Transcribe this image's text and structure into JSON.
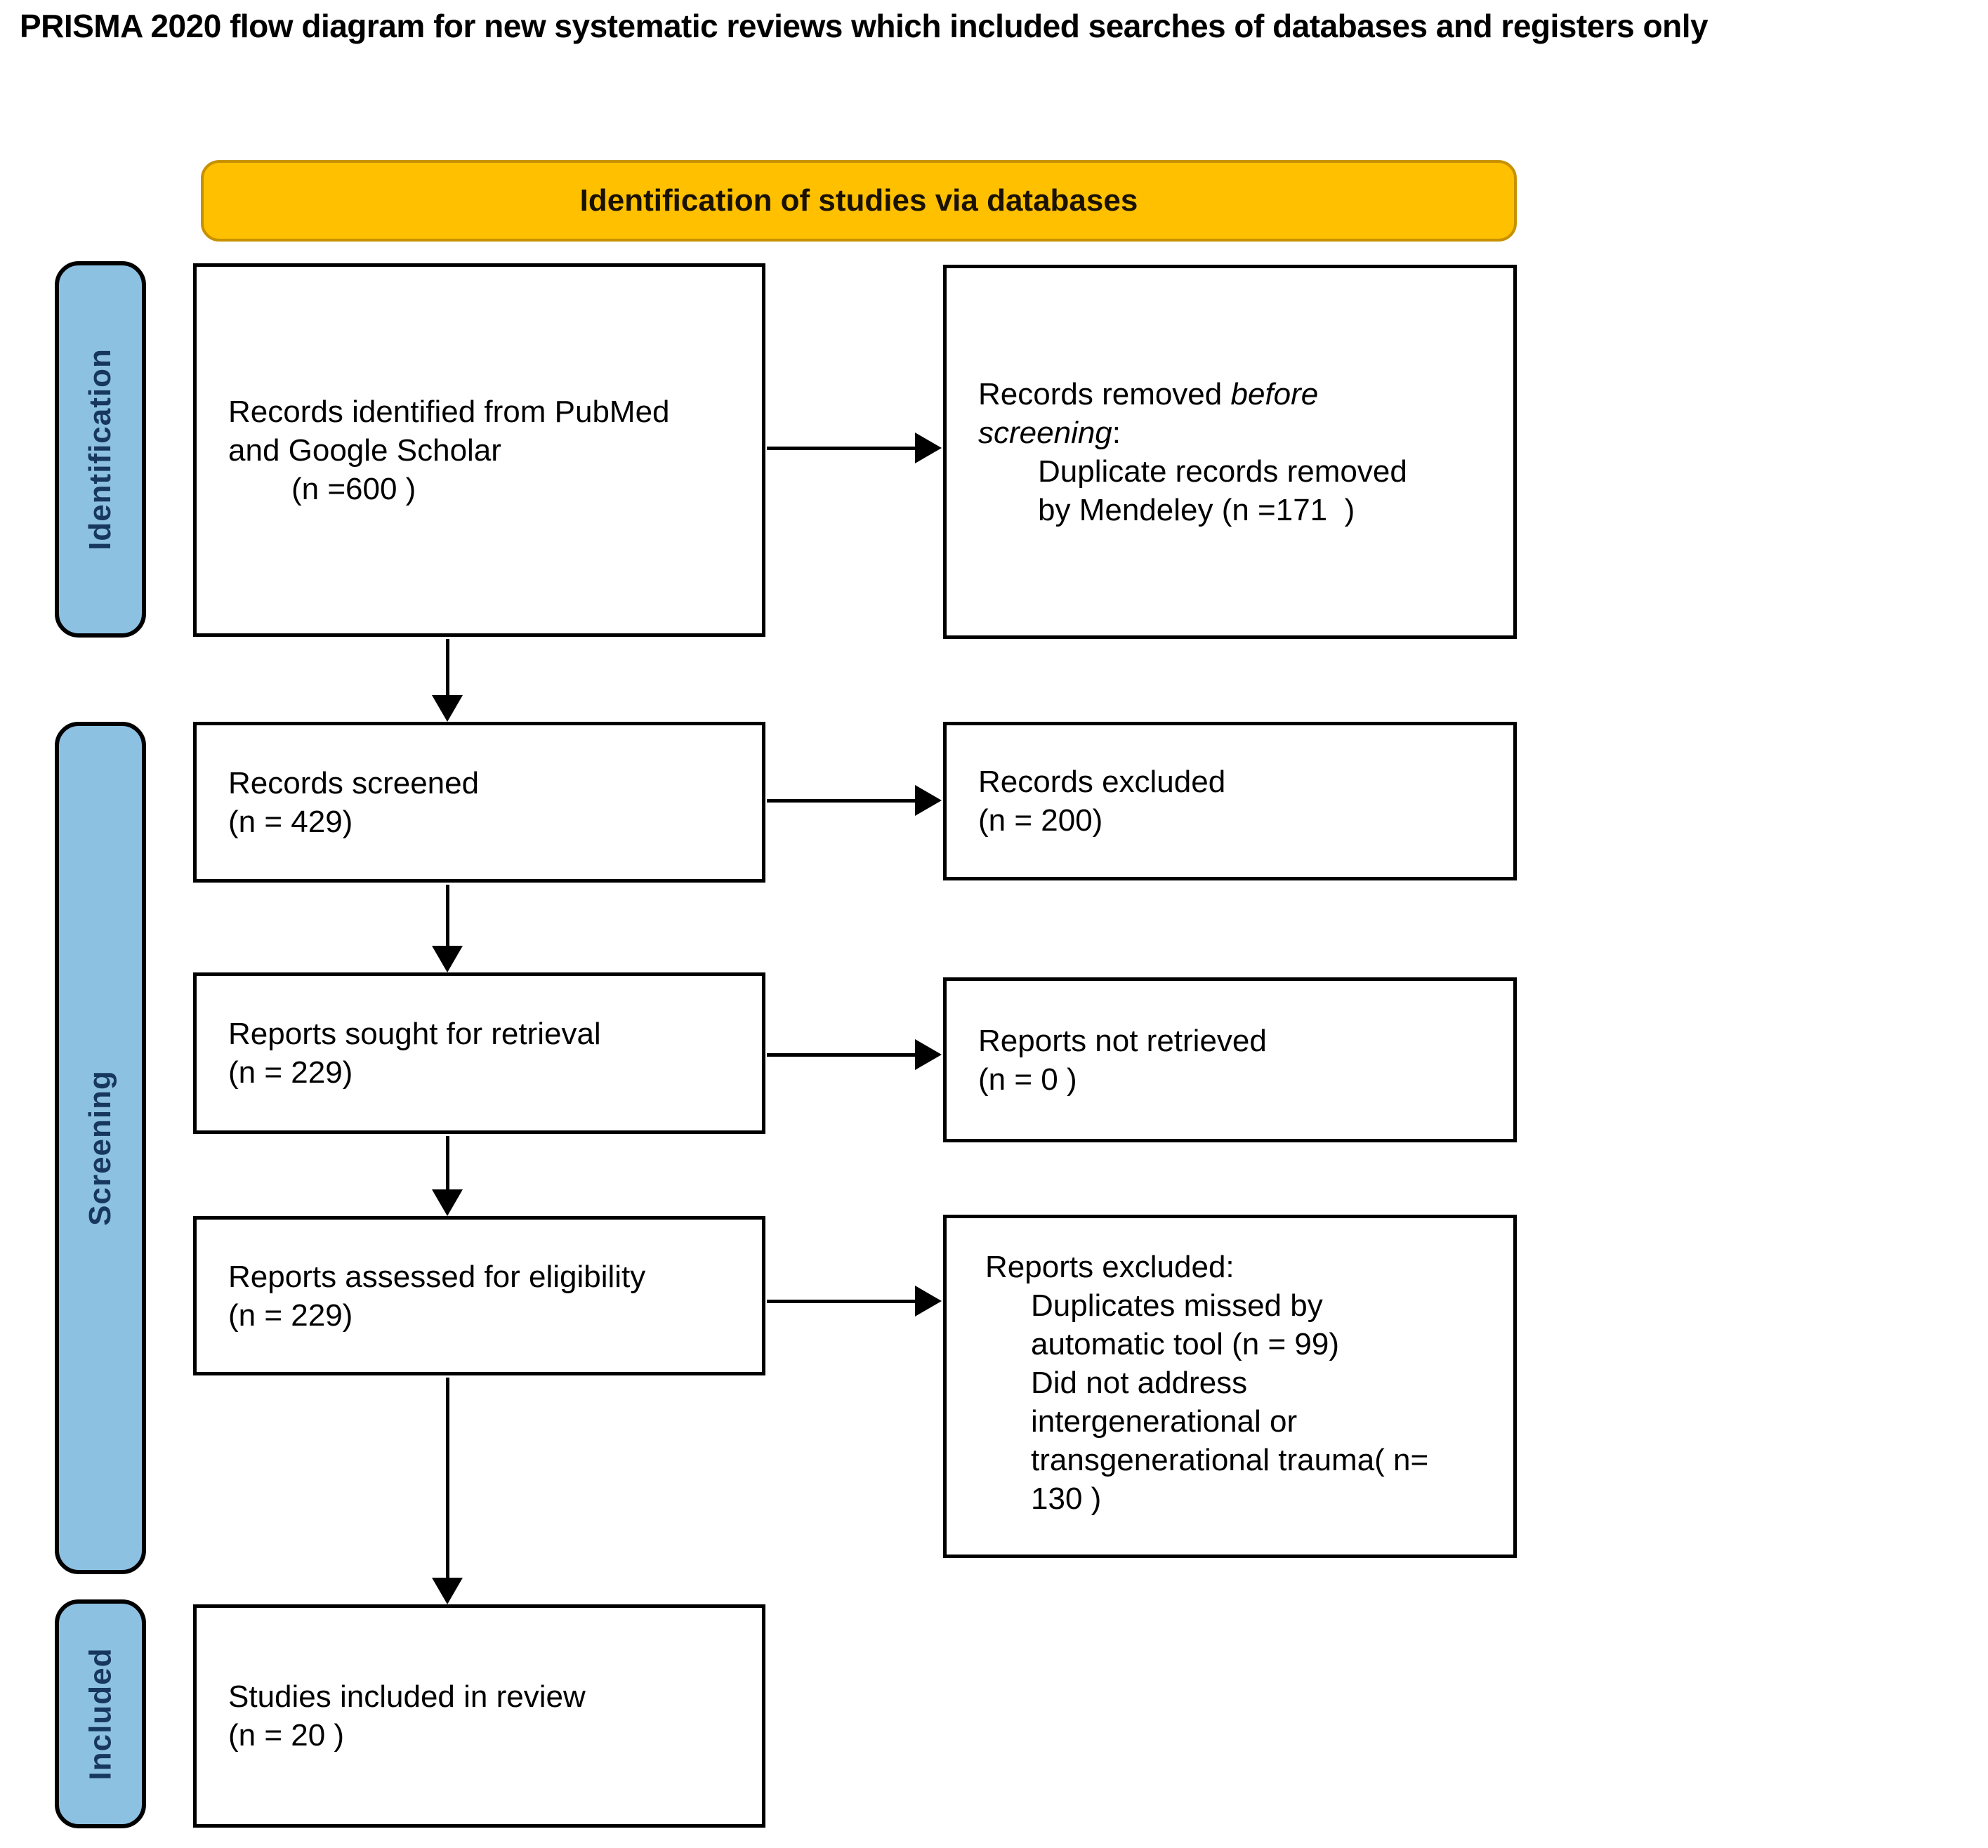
{
  "title": "PRISMA 2020 flow diagram for new systematic reviews which included searches of databases and registers only",
  "banner": {
    "label": "Identification of studies via databases"
  },
  "stages": {
    "identification": "Identification",
    "screening": "Screening",
    "included": "Included"
  },
  "flow": {
    "identified": {
      "text": "Records identified from PubMed and Google Scholar",
      "n": "(n =600 )"
    },
    "removed": {
      "prefix": "Records removed ",
      "italic": "before screening",
      "suffix": ":",
      "detail": "Duplicate records removed by Mendeley (n =171  )"
    },
    "screened": {
      "text": "Records screened",
      "n": "(n = 429)"
    },
    "excluded": {
      "text": "Records excluded",
      "n": "(n = 200)"
    },
    "sought": {
      "text": "Reports sought for retrieval",
      "n": "(n = 229)"
    },
    "not_retrieved": {
      "text": "Reports not retrieved",
      "n": "(n = 0 )"
    },
    "assessed": {
      "text": "Reports assessed for eligibility",
      "n": "(n = 229)"
    },
    "reports_excluded": {
      "heading": "Reports excluded:",
      "reasons": [
        "Duplicates missed by automatic tool (n = 99)",
        "Did not address intergenerational or transgenerational trauma( n= 130 )"
      ]
    },
    "included_studies": {
      "text": "Studies included in review",
      "n": "(n = 20 )"
    }
  },
  "colors": {
    "banner_bg": "#FFC000",
    "banner_border": "#C79100",
    "stage_bg": "#8DC1E2",
    "stage_text": "#17375E",
    "line_color": "#000000"
  }
}
